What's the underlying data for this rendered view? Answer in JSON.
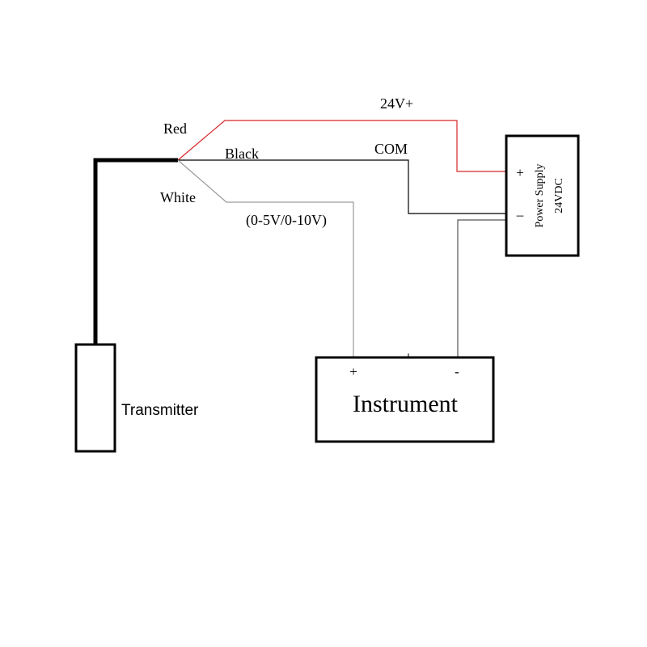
{
  "transmitter": {
    "label": "Transmitter"
  },
  "wires": {
    "red": {
      "label": "Red",
      "color": "#d62728"
    },
    "black": {
      "label": "Black",
      "color": "#000000"
    },
    "white": {
      "label": "White",
      "color": "#9a9a9a"
    },
    "positive_label": "24V+",
    "common_label": "COM",
    "signal_label": "(0-5V/0-10V)"
  },
  "power_supply": {
    "title": "Power Supply",
    "voltage": "24VDC",
    "plus": "+",
    "minus": "–"
  },
  "instrument": {
    "title": "Instrument",
    "plus": "+",
    "minus": "-"
  }
}
